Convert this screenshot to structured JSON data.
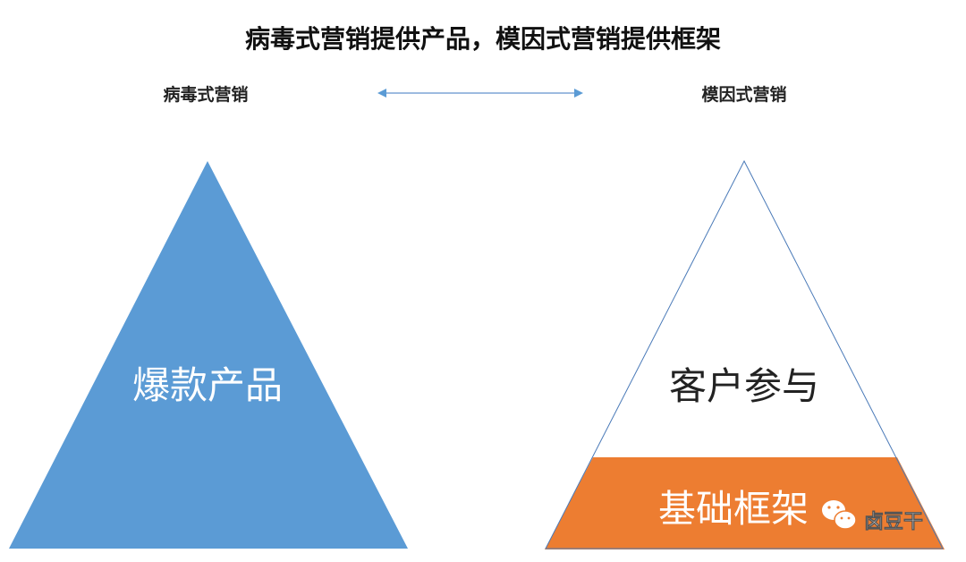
{
  "title": "病毒式营销提供产品，模因式营销提供框架",
  "left": {
    "label": "病毒式营销",
    "triangle_text": "爆款产品",
    "color": "#5b9bd5"
  },
  "right": {
    "label": "模因式营销",
    "top_text": "客户参与",
    "base_text": "基础框架",
    "base_color": "#ed7d31",
    "outline_color": "#4a7ab8"
  },
  "arrow_color": "#5b9bd5",
  "watermark": {
    "icon": "wechat-icon",
    "text": "卤豆干"
  }
}
